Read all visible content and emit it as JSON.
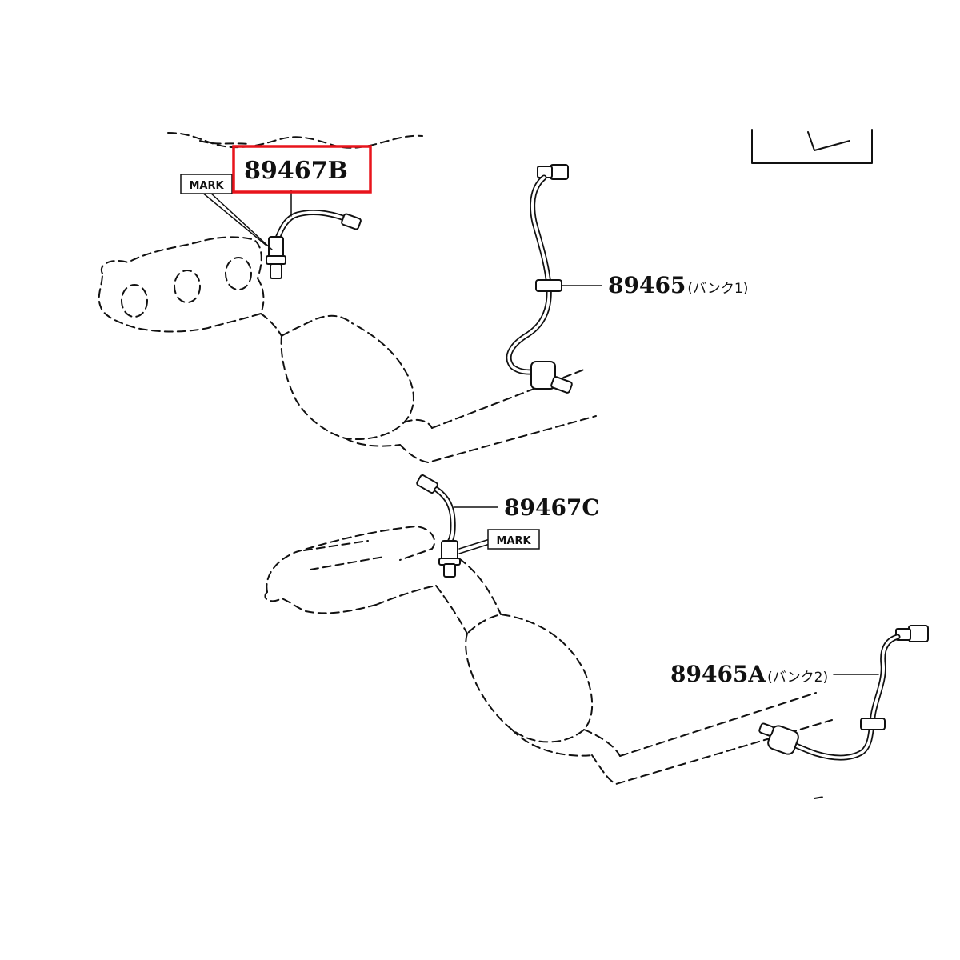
{
  "parts": {
    "sensor_b": {
      "number": "89467B",
      "mark": "MARK"
    },
    "sensor_a1": {
      "number": "89465",
      "suffix": "(バンク1)"
    },
    "sensor_c": {
      "number": "89467C",
      "mark": "MARK"
    },
    "sensor_a2": {
      "number": "89465A",
      "suffix": "(バンク2)"
    }
  },
  "highlight": {
    "target": "89467B",
    "color": "#e8141c"
  }
}
